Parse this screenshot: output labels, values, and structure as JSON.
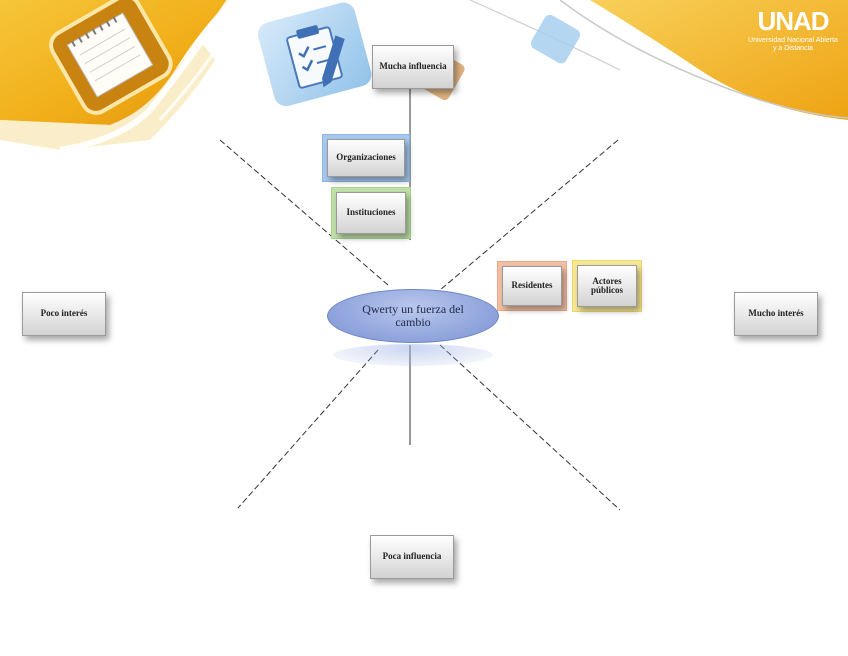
{
  "logo": {
    "name": "UNAD",
    "subtitle": "Universidad Nacional Abierta y a Distancia"
  },
  "diagram": {
    "center": "Qwerty un fuerza del cambio",
    "axes": {
      "top": "Mucha influencia",
      "bottom": "Poca influencia",
      "left": "Poco interés",
      "right": "Mucho interés"
    },
    "stakeholders": [
      "Organizaciones",
      "Instituciones",
      "Residentes",
      "Actores públicos"
    ]
  },
  "colors": {
    "header_gold": "#f2b21b",
    "header_orange": "#e99a0f",
    "center_fill": "#93a7de",
    "organizaciones_frame": "#9fc3ea",
    "instituciones_frame": "#b8dca1",
    "residentes_frame": "#f1b79b",
    "actores_frame": "#f6e58f"
  }
}
